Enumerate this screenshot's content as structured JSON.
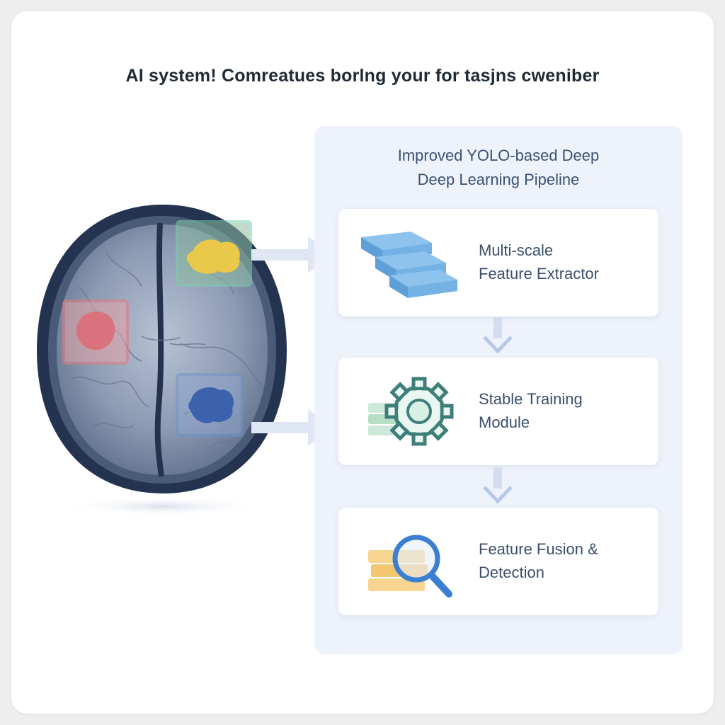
{
  "headline": "AI system! Comreatues borlng your for tasjns cweniber",
  "pipeline": {
    "title_line1": "Improved YOLO-based Deep",
    "title_line2": "Deep Learning Pipeline",
    "steps": [
      {
        "line1": "Multi-scale",
        "line2": "Feature Extractor",
        "icon": "stacked-layers-icon"
      },
      {
        "line1": "Stable Training",
        "line2": "Module",
        "icon": "gear-icon"
      },
      {
        "line1": "Feature Fusion &",
        "line2": "Detection",
        "icon": "magnifier-icon"
      }
    ]
  },
  "colors": {
    "panel_bg": "#eef2fb",
    "arrow": "#cdd9ee",
    "box_green": "#7fcfae",
    "box_red": "#e97b7b",
    "box_blue": "#6f96c9",
    "brain_outline": "#253654"
  }
}
